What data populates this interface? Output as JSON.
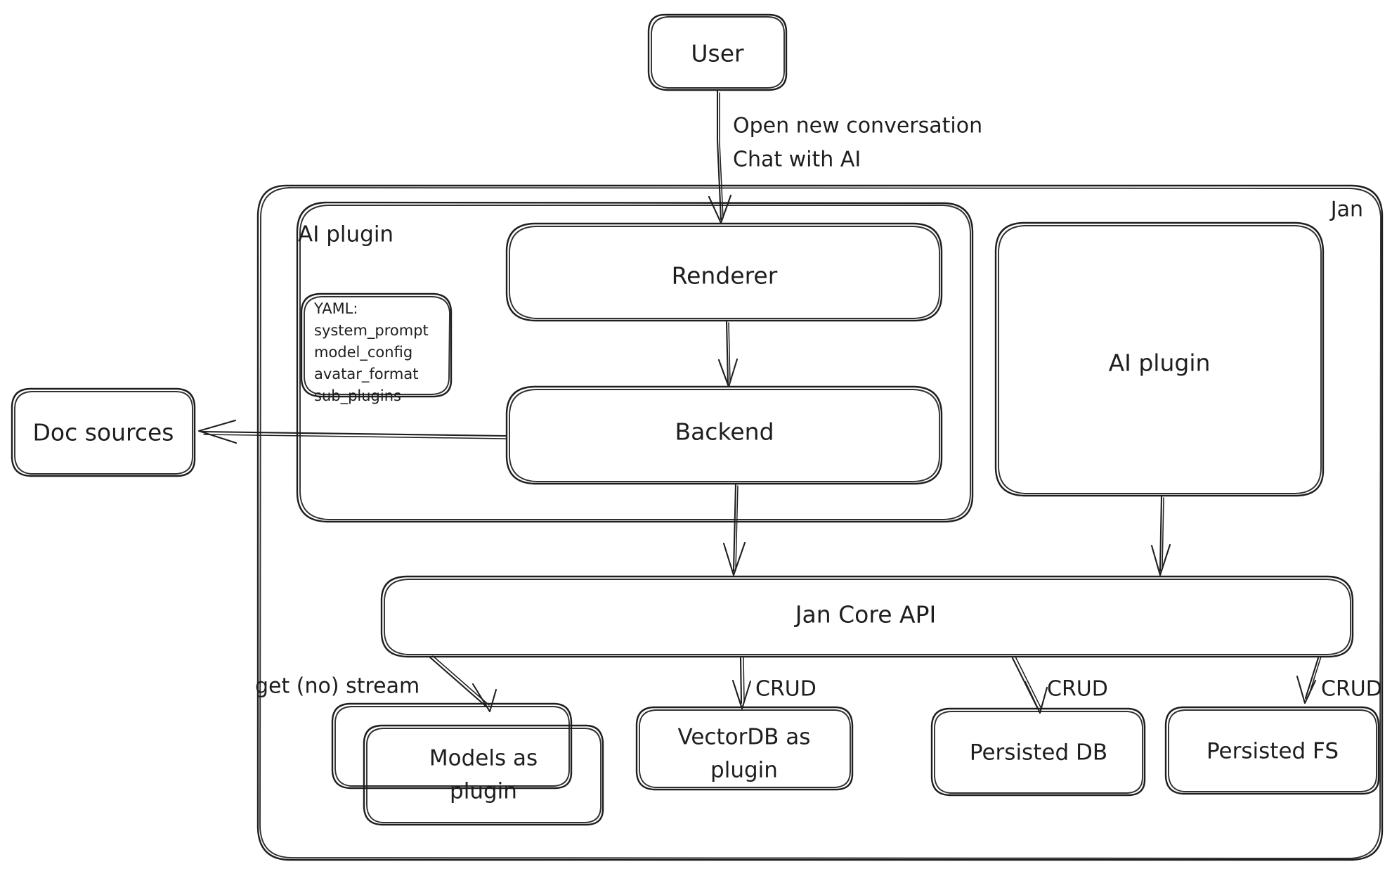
{
  "diagram": {
    "title_label": "Jan",
    "nodes": {
      "user": {
        "label": "User"
      },
      "ai_plugin_group": {
        "label": "AI plugin"
      },
      "renderer": {
        "label": "Renderer"
      },
      "backend": {
        "label": "Backend"
      },
      "ai_plugin_right": {
        "label": "AI plugin"
      },
      "doc_sources": {
        "label": "Doc sources"
      },
      "jan_core_api": {
        "label": "Jan Core API"
      },
      "models_plugin": {
        "label_line1": "Models as",
        "label_line2": "plugin"
      },
      "vectordb_plugin": {
        "label_line1": "VectorDB as",
        "label_line2": "plugin"
      },
      "persisted_db": {
        "label": "Persisted DB"
      },
      "persisted_fs": {
        "label": "Persisted FS"
      }
    },
    "yaml_card": {
      "heading": "YAML:",
      "items": [
        "system_prompt",
        "model_config",
        "avatar_format",
        "sub_plugins"
      ]
    },
    "edges": {
      "user_to_renderer_line1": "Open new conversation",
      "user_to_renderer_line2": "Chat with AI",
      "core_to_models": "get (no) stream",
      "core_to_vectordb": "CRUD",
      "core_to_persisted_db": "CRUD",
      "core_to_persisted_fs": "CRUD"
    },
    "colors": {
      "stroke": "#1e1e1e",
      "background": "#ffffff"
    }
  }
}
